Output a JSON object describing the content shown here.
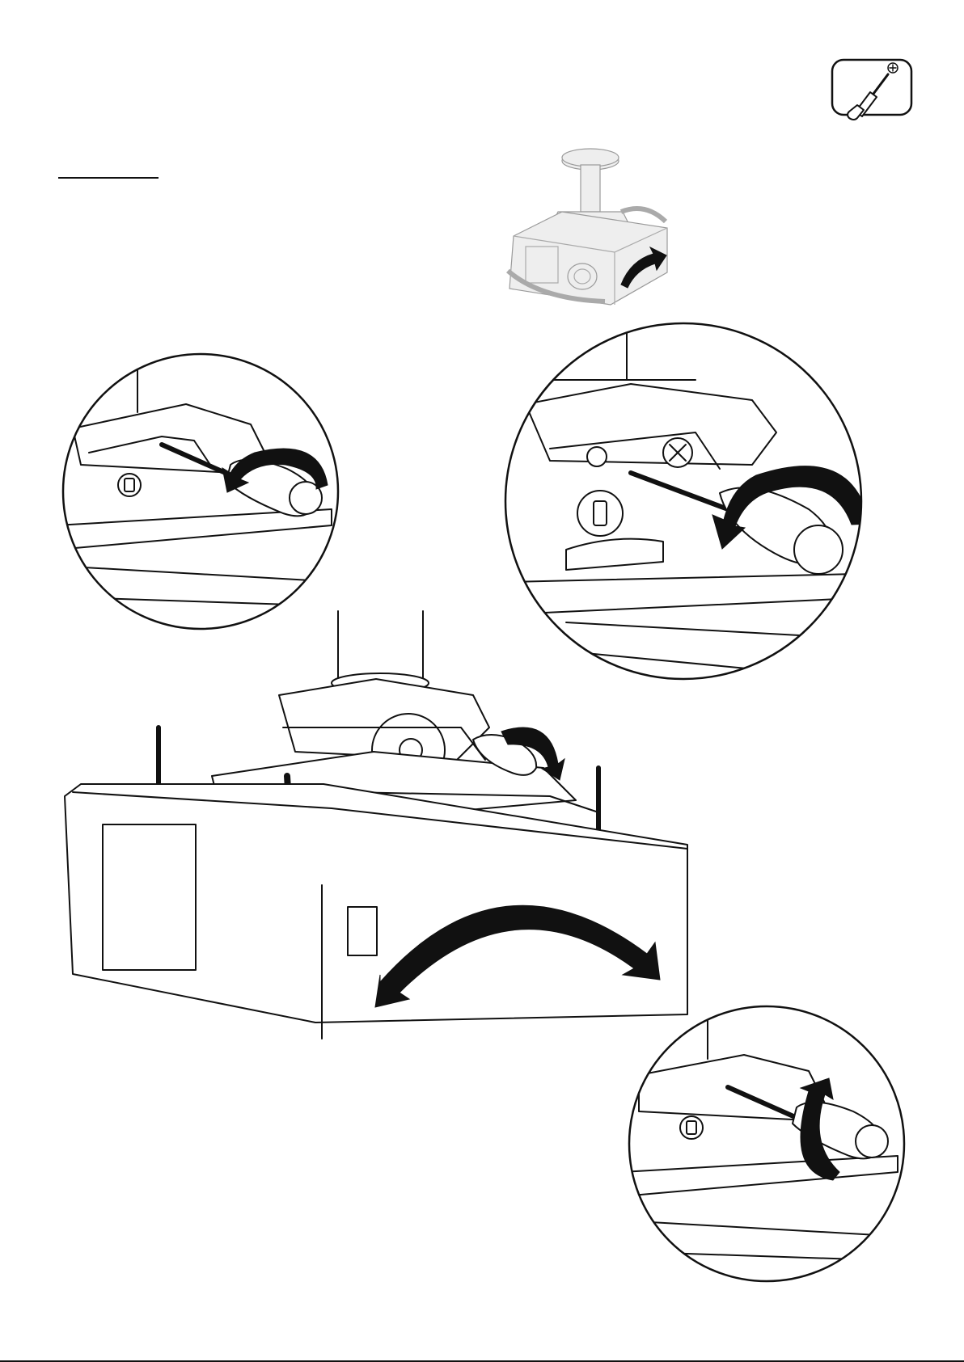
{
  "page": {
    "tool_icon": "phillips-screwdriver-icon",
    "colors": {
      "ink": "#111111",
      "paper": "#ffffff",
      "overview_tone": "#9a9a9a"
    }
  },
  "overview": {
    "icon": "ceiling-mounted-projector-overview",
    "arrows": [
      "tilt-arrow",
      "roll-arrow",
      "swivel-arrow"
    ]
  },
  "details": [
    {
      "name": "detail-loosen",
      "rotation": "counter-clockwise",
      "icon": "loosen-screw-icon"
    },
    {
      "name": "detail-adjust",
      "rotation": "counter-clockwise",
      "icon": "adjust-screw-icon"
    },
    {
      "name": "detail-tighten",
      "rotation": "clockwise",
      "icon": "tighten-screw-icon"
    }
  ],
  "main": {
    "icon": "projector-with-mount",
    "motion": "roll-left-right-arrow"
  }
}
